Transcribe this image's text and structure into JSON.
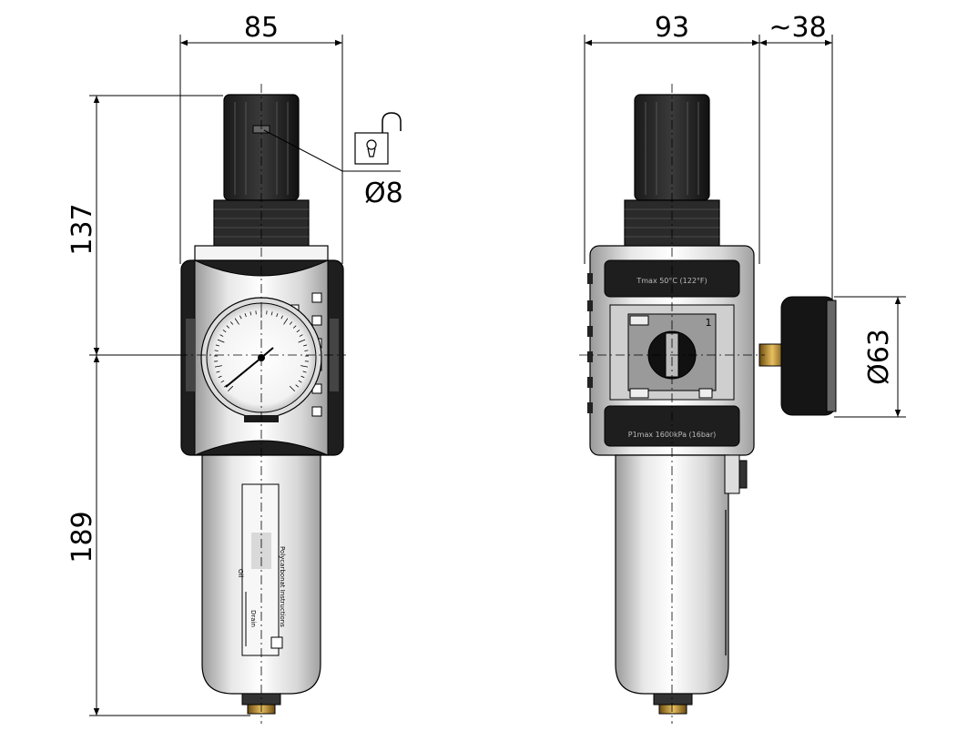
{
  "dimensions": {
    "front_width": "85",
    "side_width": "93",
    "gauge_offset": "~38",
    "upper_height": "137",
    "lower_height": "189",
    "lock_diameter": "Ø8",
    "gauge_diameter": "Ø63"
  },
  "labels": {
    "tmax": "Tmax 50°C (122°F)",
    "pmax": "P1max 1600kPa (16bar)",
    "port_number": "1",
    "bowl_text": "Polycarbonat Instructions",
    "bowl_oil": "Oil",
    "bowl_drain": "Drain"
  }
}
